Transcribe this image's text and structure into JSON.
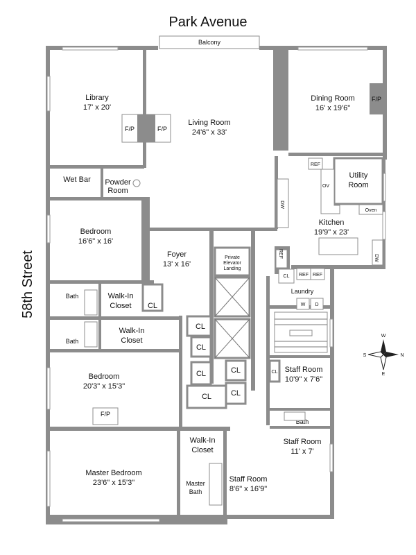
{
  "streets": {
    "north": "Park Avenue",
    "west": "58th Street"
  },
  "balcony": "Balcony",
  "rooms": {
    "library": {
      "name": "Library",
      "dims": "17' x 20'"
    },
    "living": {
      "name": "Living Room",
      "dims": "24'6\" x 33'"
    },
    "dining": {
      "name": "Dining Room",
      "dims": "16' x 19'6\""
    },
    "wet_bar": "Wet Bar",
    "powder": {
      "line1": "Powder",
      "line2": "Room"
    },
    "utility": {
      "line1": "Utility",
      "line2": "Room"
    },
    "kitchen": {
      "name": "Kitchen",
      "dims": "19'9\" x 23'"
    },
    "bedroom1": {
      "name": "Bedroom",
      "dims": "16'6\" x 16'"
    },
    "foyer": {
      "name": "Foyer",
      "dims": "13' x 16'"
    },
    "elevator": {
      "line1": "Private",
      "line2": "Elevator",
      "line3": "Landing"
    },
    "bath1": "Bath",
    "walkin1": {
      "line1": "Walk-In",
      "line2": "Closet"
    },
    "bath2": "Bath",
    "walkin2": {
      "line1": "Walk-In",
      "line2": "Closet"
    },
    "laundry": "Laundry",
    "staff1": {
      "name": "Staff Room",
      "dims": "10'9\" x 7'6\""
    },
    "bedroom2": {
      "name": "Bedroom",
      "dims": "20'3\" x 15'3\""
    },
    "bath3": "Bath",
    "staff2": {
      "name": "Staff Room",
      "dims": "11' x 7'"
    },
    "walkin3": {
      "line1": "Walk-In",
      "line2": "Closet"
    },
    "master": {
      "name": "Master Bedroom",
      "dims": "23'6\" x 15'3\""
    },
    "master_bath": {
      "line1": "Master",
      "line2": "Bath"
    },
    "staff3": {
      "name": "Staff Room",
      "dims": "8'6\" x 16'9\""
    }
  },
  "fixtures": {
    "fp": "F/P",
    "ref": "REF",
    "ov": "OV",
    "oven": "Oven",
    "dw": "DW",
    "cl": "CL",
    "w": "W",
    "d": "D"
  },
  "compass": {
    "n": "N",
    "s": "S",
    "e": "E",
    "w": "W"
  }
}
